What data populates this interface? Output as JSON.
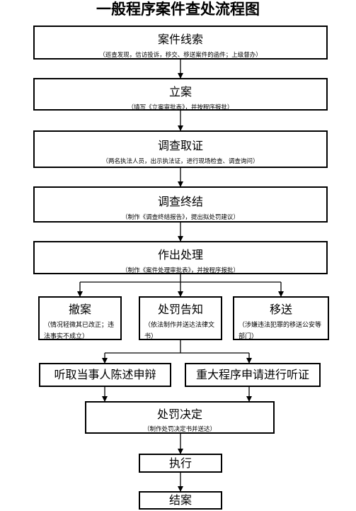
{
  "title": "一般程序案件查处流程图",
  "steps": [
    {
      "main": "案件线索",
      "sub": "（巡查发现，信访投诉，移交、移送案件的函件；上级督办）"
    },
    {
      "main": "立案",
      "sub": "（填写《立案审批表》，并按程序报批）"
    },
    {
      "main": "调查取证",
      "sub": "（两名执法人员，出示执法证，进行现场检查、调查询问）"
    },
    {
      "main": "调查终结",
      "sub": "（制作《调查终结报告》，提出拟处罚建议）"
    },
    {
      "main": "作出处理",
      "sub": "（制作《案件处理审批表》，并按程序报批）"
    }
  ],
  "branches": [
    {
      "main": "撤案",
      "sub": "（情况轻微其已改正；违法事实不成立）"
    },
    {
      "main": "处罚告知",
      "sub": "（依法制作并送达法律文书）"
    },
    {
      "main": "移送",
      "sub": "（涉嫌违法犯罪的移送公安等部门）"
    }
  ],
  "hearing": {
    "left": "听取当事人陈述申辩",
    "right": "重大程序申请进行听证"
  },
  "decision": {
    "main": "处罚决定",
    "sub": "（制作处罚决定书并送达）"
  },
  "execute": "执行",
  "close": "结案"
}
